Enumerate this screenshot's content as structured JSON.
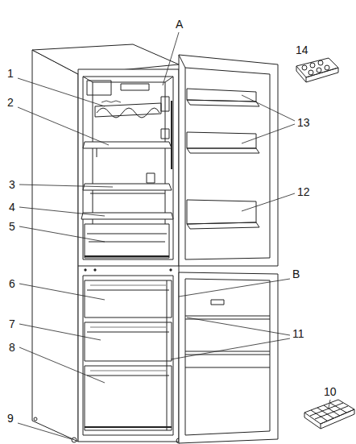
{
  "diagram": {
    "labels": [
      "A",
      "14",
      "1",
      "13",
      "2",
      "3",
      "4",
      "12",
      "5",
      "6",
      "B",
      "7",
      "11",
      "8",
      "9",
      "10"
    ]
  }
}
